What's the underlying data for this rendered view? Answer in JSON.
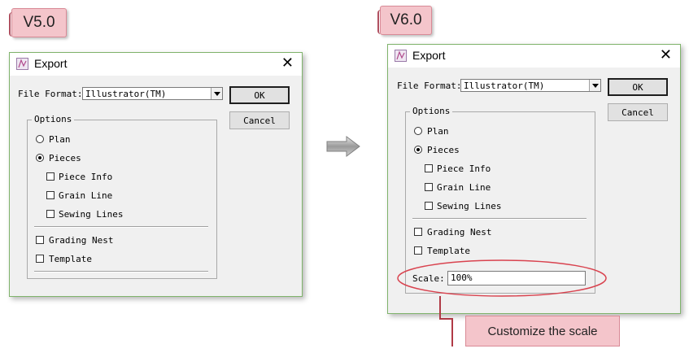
{
  "old_version": {
    "tag": "V5.0",
    "dialog": {
      "title": "Export",
      "file_format_label": "File Format:",
      "file_format_value": "Illustrator(TM)",
      "ok_label": "OK",
      "cancel_label": "Cancel",
      "options_legend": "Options",
      "plan_label": "Plan",
      "pieces_label": "Pieces",
      "piece_info_label": "Piece Info",
      "grain_line_label": "Grain Line",
      "sewing_lines_label": "Sewing Lines",
      "grading_nest_label": "Grading Nest",
      "template_label": "Template",
      "selected_mode": "Pieces"
    }
  },
  "new_version": {
    "tag": "V6.0",
    "dialog": {
      "title": "Export",
      "file_format_label": "File Format:",
      "file_format_value": "Illustrator(TM)",
      "ok_label": "OK",
      "cancel_label": "Cancel",
      "options_legend": "Options",
      "plan_label": "Plan",
      "pieces_label": "Pieces",
      "piece_info_label": "Piece Info",
      "grain_line_label": "Grain Line",
      "sewing_lines_label": "Sewing Lines",
      "grading_nest_label": "Grading Nest",
      "template_label": "Template",
      "scale_label": "Scale:",
      "scale_value": "100%",
      "selected_mode": "Pieces"
    }
  },
  "callout": {
    "text": "Customize the scale"
  },
  "icons": {
    "arrow": "right-arrow-icon",
    "app": "app-icon",
    "close": "close-icon"
  },
  "colors": {
    "tag_fill": "#f4c5cb",
    "dialog_border": "#7fb36b",
    "highlight_ellipse": "#d9434f"
  }
}
